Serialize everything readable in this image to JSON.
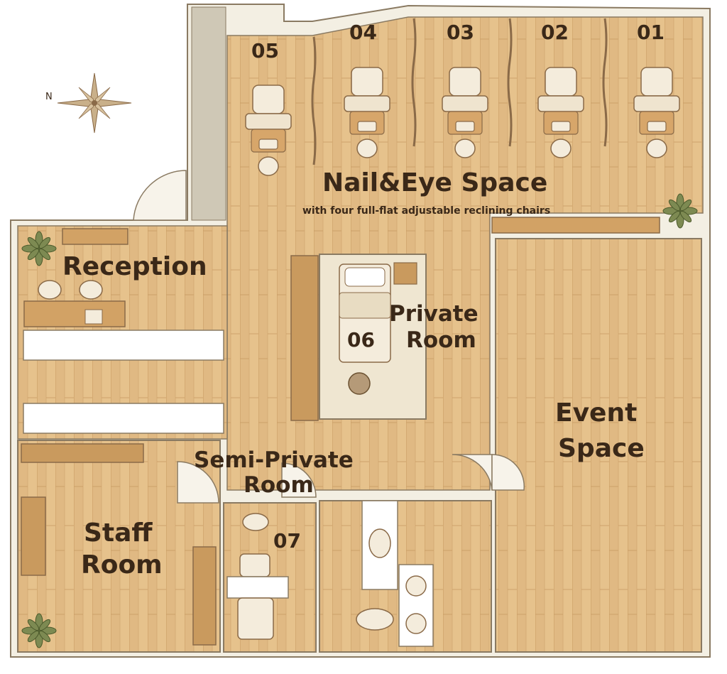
{
  "map": {
    "nail_eye_space": {
      "title": "Nail&Eye Space",
      "subtitle": "with four full-flat adjustable reclining chairs"
    },
    "reception": "Reception",
    "private_room": {
      "line1": "Private",
      "line2": "Room",
      "number": "06"
    },
    "event_space": {
      "line1": "Event",
      "line2": "Space"
    },
    "semi_private_room": {
      "line1": "Semi-Private",
      "line2": "Room",
      "number": "07"
    },
    "staff_room": {
      "line1": "Staff",
      "line2": "Room"
    },
    "stations": [
      "05",
      "04",
      "03",
      "02",
      "01"
    ],
    "compass_letter": "N"
  },
  "colors": {
    "wood": "#e6c28c",
    "wall": "#f3efe3",
    "floor_dark": "#c99a5e",
    "text": "#3a2818"
  }
}
